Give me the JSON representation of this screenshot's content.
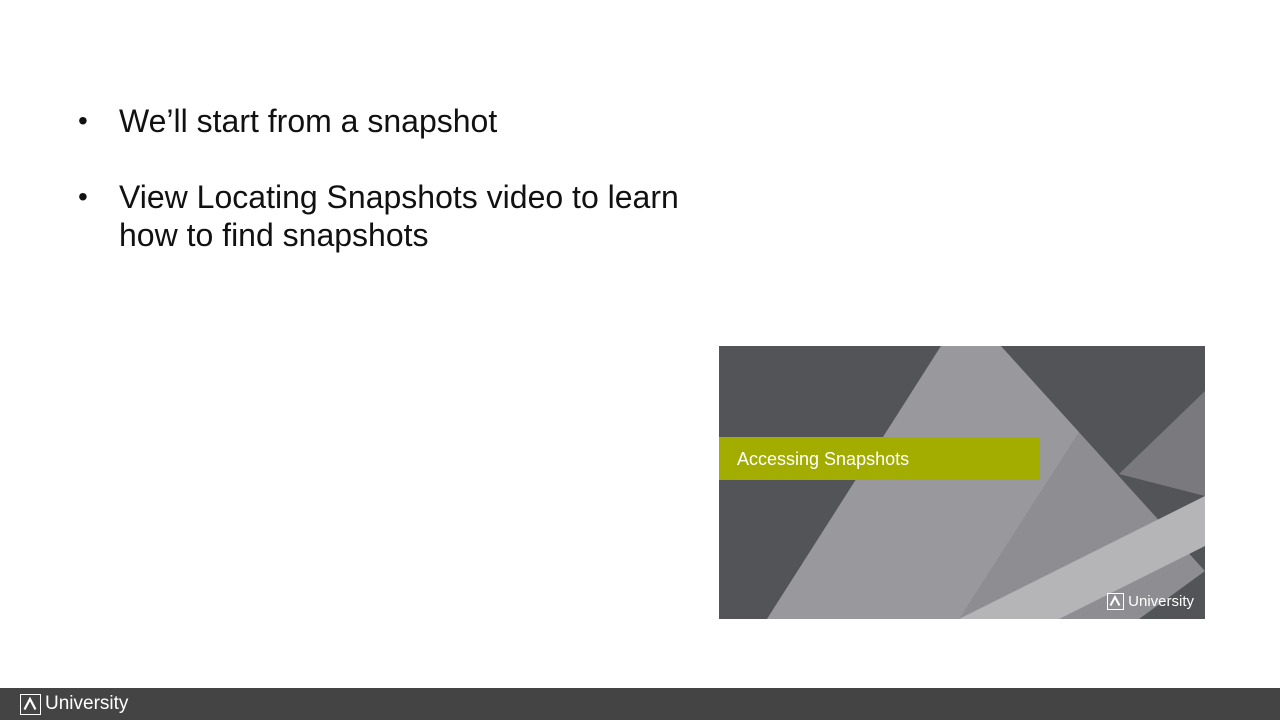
{
  "slide": {
    "bullets": [
      {
        "symbol": "•",
        "text": "We’ll start from a snapshot"
      },
      {
        "symbol": "•",
        "text": "View Locating Snapshots video to learn how to find snapshots"
      }
    ]
  },
  "thumbnail": {
    "title": "Accessing Snapshots",
    "logo_text": "University",
    "logo_icon": "a-logo-icon",
    "banner_color": "#a2ad00",
    "background_color": "#535458"
  },
  "footer": {
    "logo_text": "University",
    "logo_icon": "a-logo-icon",
    "background_color": "#434443"
  }
}
